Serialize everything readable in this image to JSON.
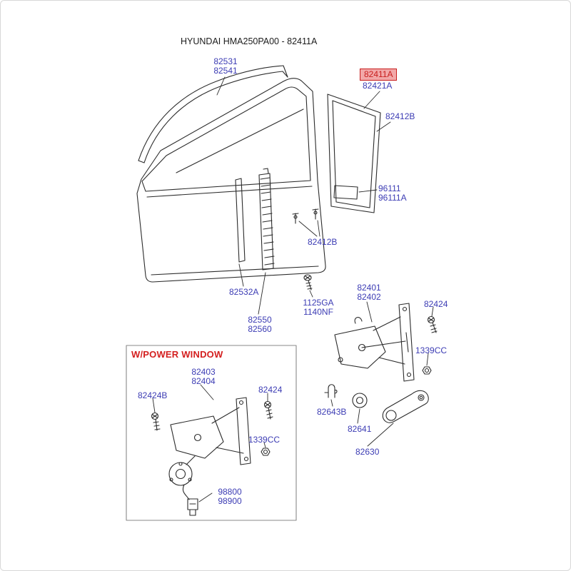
{
  "title": "HYUNDAI HMA250PA00 - 82411A",
  "colors": {
    "part_label": "#3c3cb4",
    "highlight_text": "#c81e1e",
    "highlight_bg": "#f2a8a8",
    "line": "#2b2b2b"
  },
  "power_window_box": {
    "title": "W/POWER WINDOW"
  },
  "labels": {
    "molding": {
      "line1": "82531",
      "line2": "82541"
    },
    "glass_assy_highlight": "82411A",
    "glass_assy": "82421A",
    "glass_right": "82412B",
    "film": {
      "line1": "96111",
      "line2": "96111A"
    },
    "clips": "82412B",
    "run_channel": "82532A",
    "screw": {
      "line1": "1125GA",
      "line2": "1140NF"
    },
    "center_channel": {
      "line1": "82550",
      "line2": "82560"
    },
    "regulator_manual": {
      "line1": "82401",
      "line2": "82402"
    },
    "bolt_right": "82424",
    "nut_right": "1339CC",
    "clip_lower": "82643B",
    "escutcheon": "82641",
    "handle": "82630",
    "regulator_power": {
      "line1": "82403",
      "line2": "82404"
    },
    "bolt_power_b": "82424B",
    "bolt_power": "82424",
    "nut_power": "1339CC",
    "motor": {
      "line1": "98800",
      "line2": "98900"
    }
  }
}
